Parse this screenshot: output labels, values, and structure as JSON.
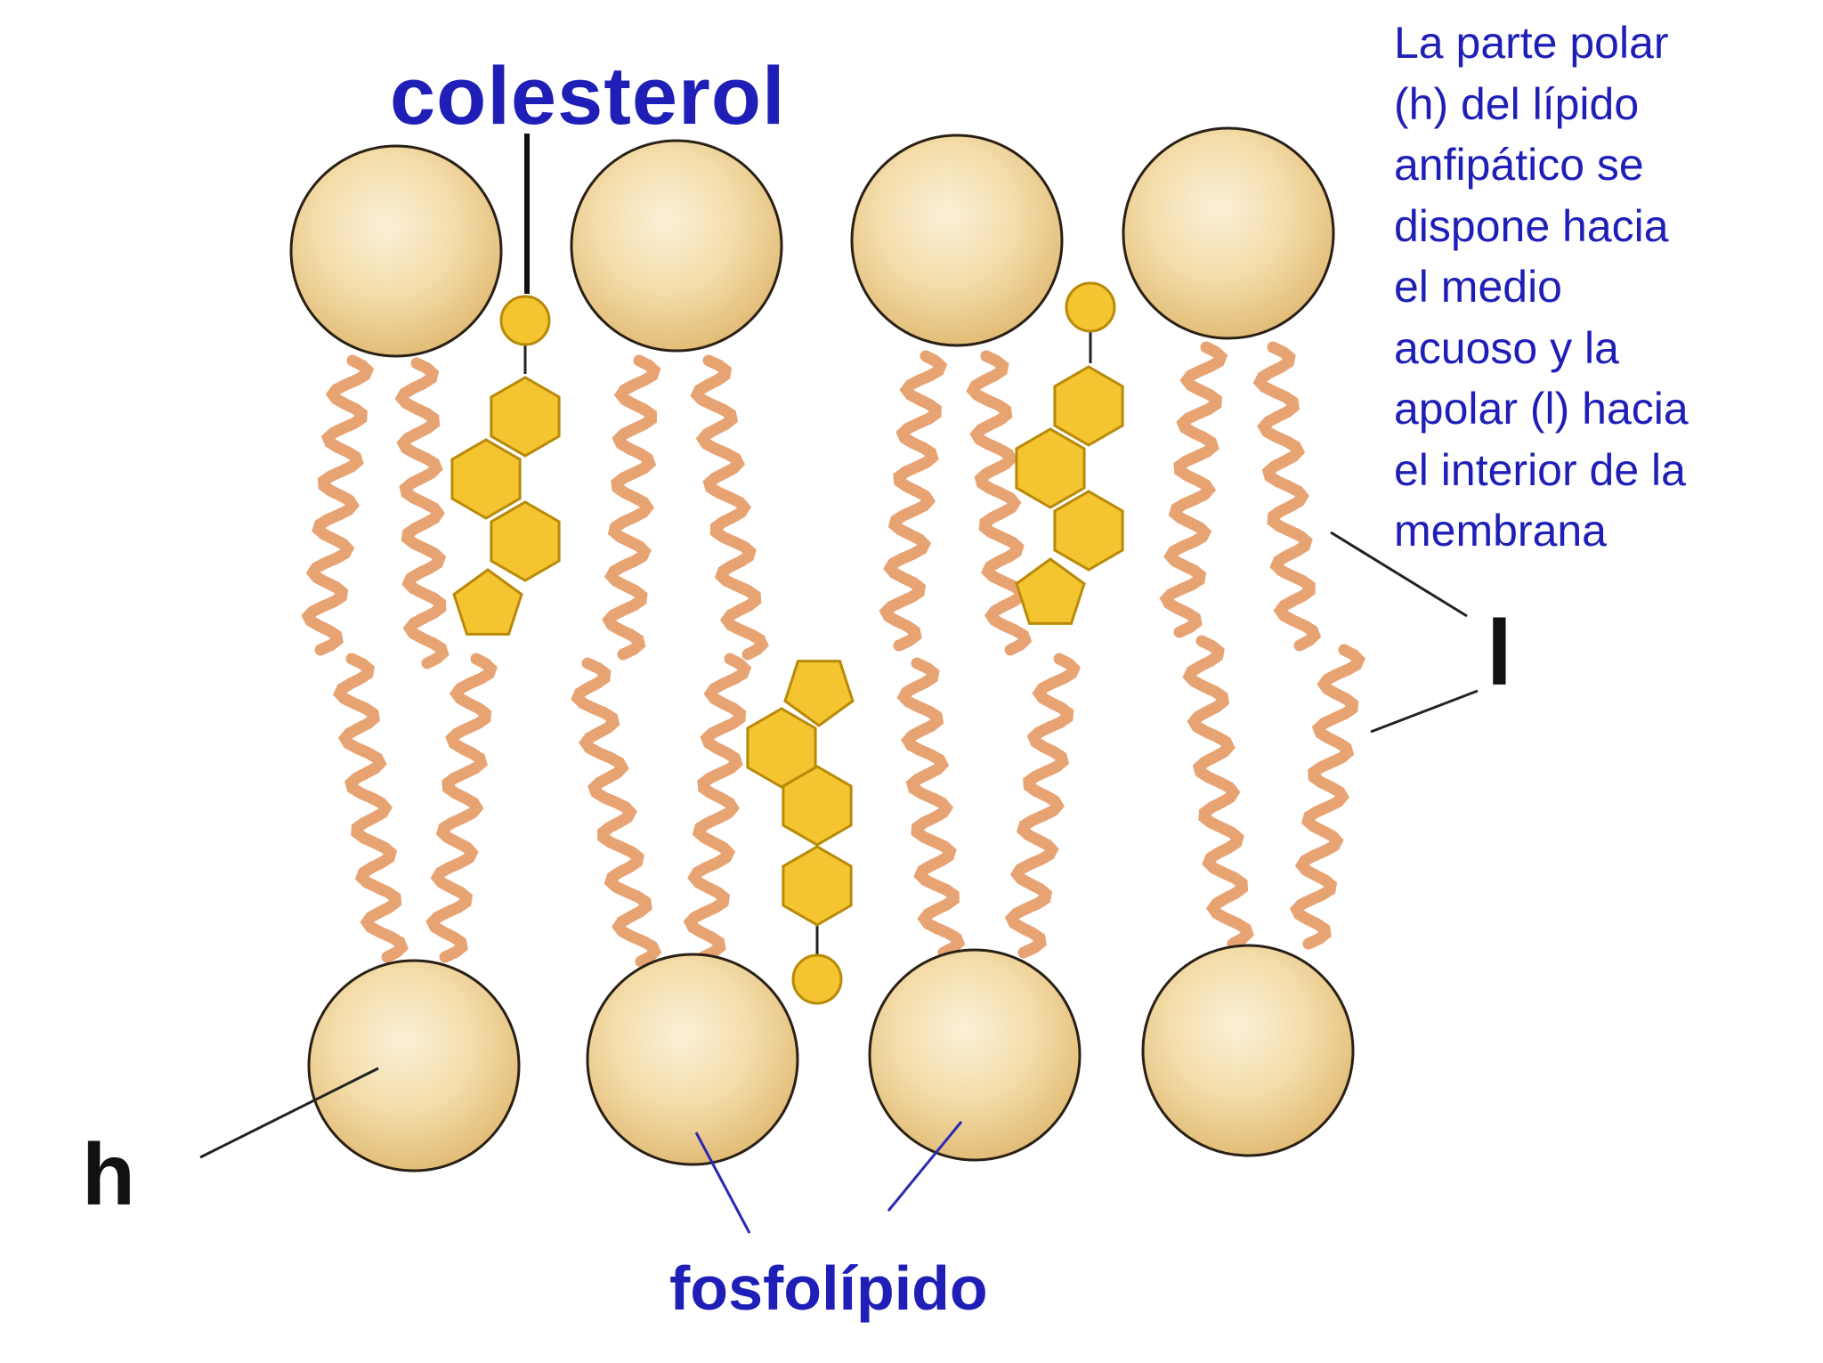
{
  "labels": {
    "colesterol": "colesterol",
    "fosfolipido": "fosfolípido",
    "h": "h",
    "l": "l"
  },
  "description_lines": [
    "La parte polar",
    "(h) del lípido",
    "anfipático se",
    "dispone hacia",
    "el medio",
    "acuoso y la",
    "apolar (l) hacia",
    "el interior de la",
    "membrana"
  ],
  "colors": {
    "label_text": "#1f1fb8",
    "head_fill": "#f1d49a",
    "head_highlight": "#fbf0d8",
    "tail": "#e8a373",
    "cholesterol": "#f4c531",
    "cholesterol_stroke": "#b88a08"
  }
}
